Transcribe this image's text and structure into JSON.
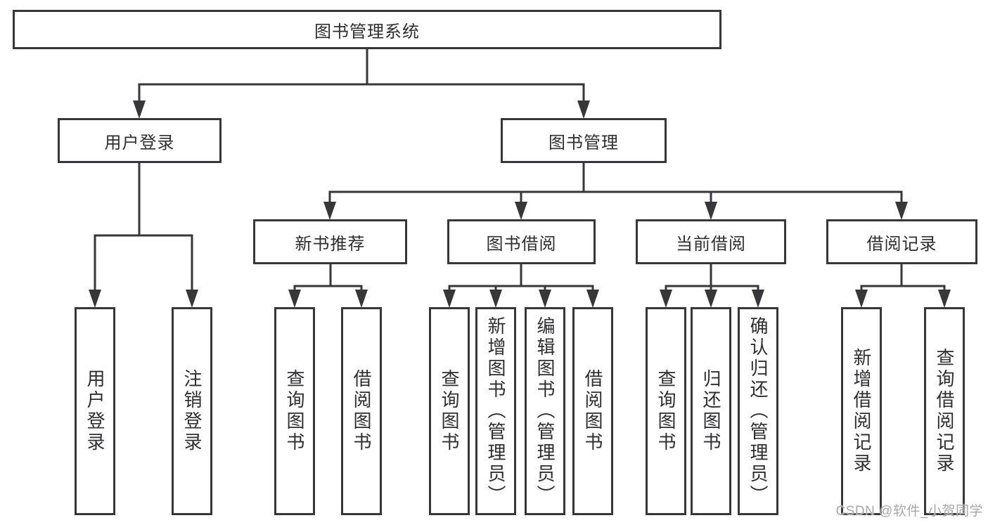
{
  "colors": {
    "line": "#37373a",
    "text": "#2e2e30",
    "box_background": "#ffffff",
    "watermark": "#a8a8a8"
  },
  "diagram": {
    "root": {
      "label": "图书管理系统",
      "children": [
        {
          "label": "用户登录",
          "children": [
            {
              "label": "用户登录"
            },
            {
              "label": "注销登录"
            }
          ]
        },
        {
          "label": "图书管理",
          "children": [
            {
              "label": "新书推荐",
              "children": [
                {
                  "label": "查询图书"
                },
                {
                  "label": "借阅图书"
                }
              ]
            },
            {
              "label": "图书借阅",
              "children": [
                {
                  "label": "查询图书"
                },
                {
                  "label": "新增图书（管理员）"
                },
                {
                  "label": "编辑图书（管理员）"
                },
                {
                  "label": "借阅图书"
                }
              ]
            },
            {
              "label": "当前借阅",
              "children": [
                {
                  "label": "查询图书"
                },
                {
                  "label": "归还图书"
                },
                {
                  "label": "确认归还（管理员）"
                }
              ]
            },
            {
              "label": "借阅记录",
              "children": [
                {
                  "label": "新增借阅记录"
                },
                {
                  "label": "查询借阅记录"
                }
              ]
            }
          ]
        }
      ]
    }
  },
  "watermark": {
    "text": "CSDN @软件_小贺同学"
  }
}
